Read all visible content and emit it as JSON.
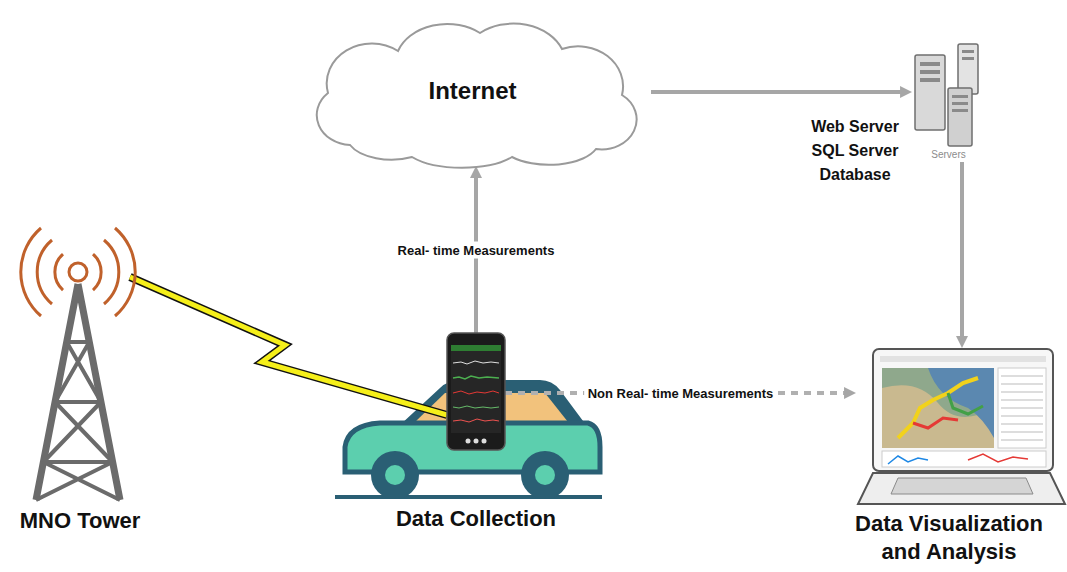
{
  "diagram": {
    "nodes": [
      {
        "text": [
          "Internet"
        ]
      },
      {
        "text": [
          "Web Server SQL Server Database",
          "Servers"
        ]
      },
      {
        "text": [
          "MNO Tower"
        ]
      },
      {
        "text": [
          "Data Collection"
        ]
      },
      {
        "text": [
          "Data Visualization and Analysis"
        ]
      }
    ],
    "edges": [
      {
        "from": 3,
        "to": 0,
        "label": "Real- time Measurements",
        "arrow": "to"
      },
      {
        "from": 0,
        "to": 1,
        "arrow": "to"
      },
      {
        "from": 1,
        "to": 4,
        "arrow": "to"
      },
      {
        "from": 3,
        "to": 4,
        "label": "Non Real- time Measurements",
        "arrow": "to"
      },
      {
        "from": 2,
        "to": 3,
        "arrow": "none"
      }
    ]
  }
}
